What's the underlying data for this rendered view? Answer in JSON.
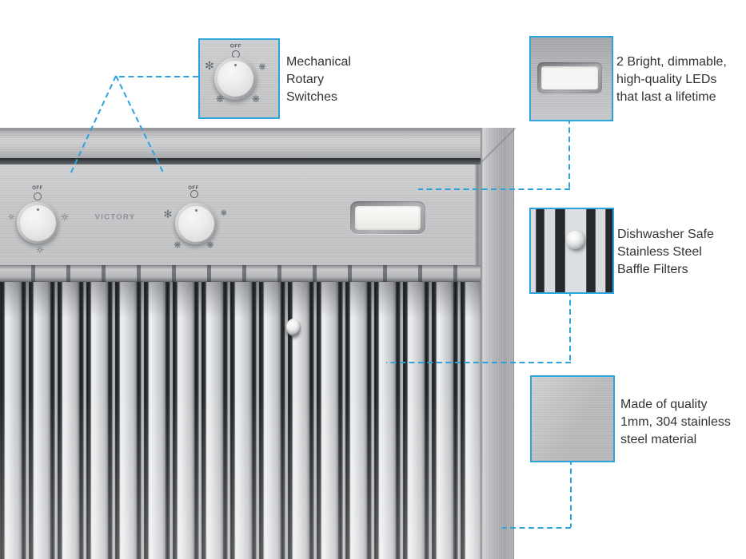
{
  "page": {
    "background": "#ffffff",
    "accent_color": "#2ba3dc",
    "text_color": "#333333"
  },
  "product": {
    "brand": "VICTORY",
    "knobs": {
      "light": {
        "off_label": "OFF"
      },
      "fan": {
        "off_label": "OFF"
      }
    }
  },
  "icons": {
    "fan_high_glyph": "✻",
    "fan_blade_glyph": "❋",
    "light_glyph": "☼"
  },
  "callouts": [
    {
      "id": "rotary-switches",
      "inset_off_label": "OFF",
      "lines": [
        "Mechanical",
        "Rotary",
        "Switches"
      ]
    },
    {
      "id": "led-lights",
      "lines": [
        "2 Bright, dimmable,",
        "high-quality LEDs",
        "that last a lifetime"
      ]
    },
    {
      "id": "baffle-filters",
      "lines": [
        "Dishwasher Safe",
        "Stainless Steel",
        "Baffle Filters"
      ]
    },
    {
      "id": "stainless-steel",
      "lines": [
        "Made of quality",
        "1mm, 304 stainless",
        "steel material"
      ]
    }
  ]
}
